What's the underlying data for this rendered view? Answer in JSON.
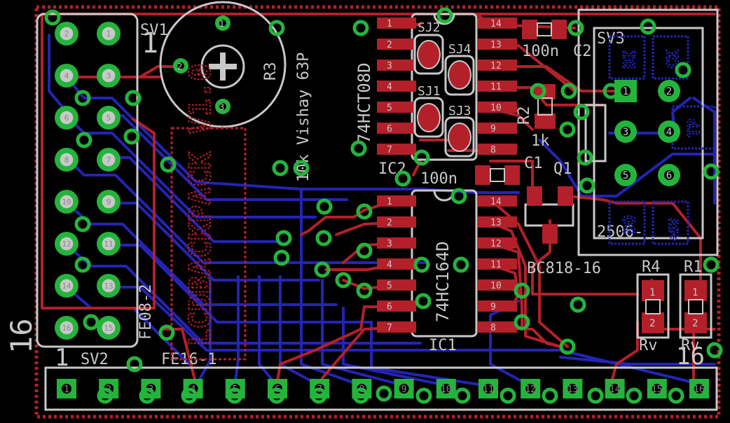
{
  "colors": {
    "background": "#000000",
    "top_copper": "#b3202a",
    "bottom_copper": "#2424b4",
    "via": "#24b43c",
    "silkscreen": "#c8c8c8",
    "pad": "#b3202a"
  },
  "labels": {
    "sv1": "SV1",
    "sv1_pkg": "FE08-2",
    "sv2": "SV2",
    "sv2_pkg": "FE16-1",
    "sv3": "SV3",
    "sv3_pkg": "2506-",
    "sv3_pin_labels": [
      "DI",
      "CK",
      "TP",
      "DO",
      "+5V"
    ],
    "r3": "R3",
    "r3_val": "10k Vishay 63P",
    "ic2": "IC2",
    "ic2_part": "74HCT08D",
    "ic1": "IC1",
    "ic1_part": "74HC164D",
    "c2": "C2",
    "c2_val": "100n",
    "c1": "C1",
    "c1_val": "100n",
    "r2": "R2",
    "r2_val": "1k",
    "q1": "Q1",
    "q1_part": "BC818-16",
    "r4": "R4",
    "r4_val": "Rv",
    "r1": "R1",
    "r1_val": "Rv",
    "sj1": "SJ1",
    "sj2": "SJ2",
    "sj3": "SJ3",
    "sj4": "SJ4",
    "logo": "LCDBACKPACK V1.0",
    "side_16_left": "16",
    "side_1_bottom": "1",
    "side_16_right": "16",
    "left_header_one": "1"
  },
  "sv1_left_pins": [
    "2",
    "4",
    "6",
    "8",
    "10",
    "12",
    "14",
    "16"
  ],
  "sv1_right_pins": [
    "1",
    "3",
    "5",
    "7",
    "9",
    "11",
    "13",
    "15"
  ],
  "sv2_pins": [
    "1",
    "2",
    "3",
    "4",
    "5",
    "6",
    "7",
    "8",
    "9",
    "10",
    "11",
    "12",
    "13",
    "14",
    "15",
    "16"
  ],
  "ic_left_pins": [
    "1",
    "2",
    "3",
    "4",
    "5",
    "6",
    "7"
  ],
  "ic_right_pins": [
    "14",
    "13",
    "12",
    "11",
    "10",
    "9",
    "8"
  ],
  "pot_pins": [
    "1",
    "2",
    "3"
  ],
  "sv3_pins": [
    "1",
    "2",
    "3",
    "4",
    "5",
    "6"
  ],
  "small_pad_labels": [
    "1",
    "2"
  ]
}
